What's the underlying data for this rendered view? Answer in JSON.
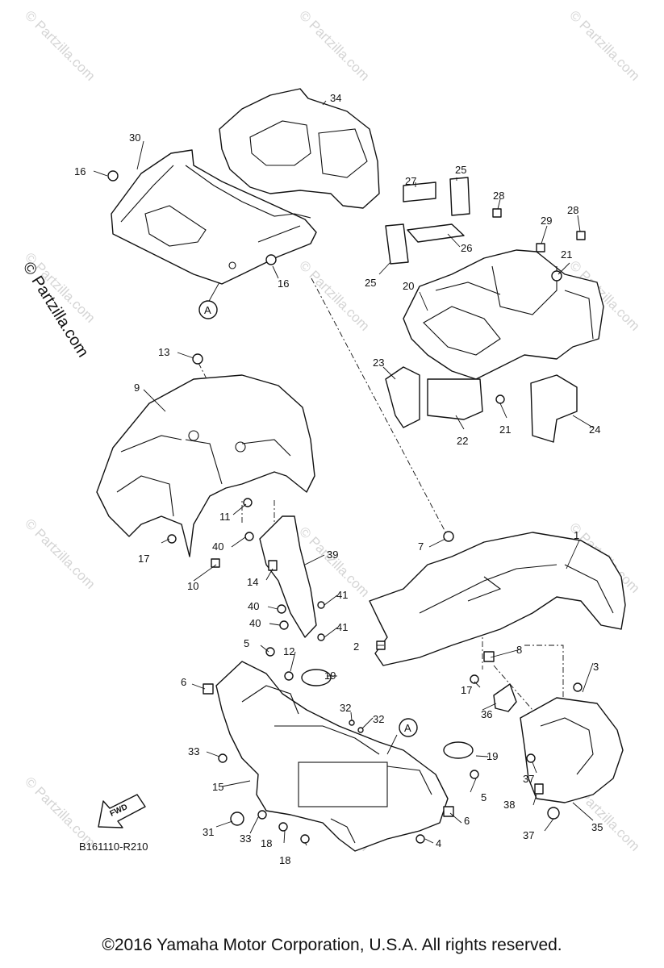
{
  "watermark": "© Partzilla.com",
  "side_watermark": "© Partzilla.com",
  "diagram_code": "B161110-R210",
  "fwd_label": "FWD",
  "copyright": "©2016  Yamaha Motor Corporation, U.S.A. All rights reserved.",
  "callout": "A",
  "labels": {
    "p1": "1",
    "p2": "2",
    "p3": "3",
    "p4": "4",
    "p5a": "5",
    "p5b": "5",
    "p6a": "6",
    "p6b": "6",
    "p7": "7",
    "p8": "8",
    "p9": "9",
    "p10": "10",
    "p11": "11",
    "p12": "12",
    "p13": "13",
    "p14": "14",
    "p15": "15",
    "p16a": "16",
    "p16b": "16",
    "p17a": "17",
    "p17b": "17",
    "p18a": "18",
    "p18b": "18",
    "p19a": "19",
    "p19b": "19",
    "p20": "20",
    "p21a": "21",
    "p21b": "21",
    "p22": "22",
    "p23": "23",
    "p24": "24",
    "p25a": "25",
    "p25b": "25",
    "p26": "26",
    "p27": "27",
    "p28a": "28",
    "p28b": "28",
    "p29": "29",
    "p30": "30",
    "p31": "31",
    "p32a": "32",
    "p32b": "32",
    "p33a": "33",
    "p33b": "33",
    "p34": "34",
    "p35": "35",
    "p36": "36",
    "p37a": "37",
    "p37b": "37",
    "p38": "38",
    "p39": "39",
    "p40a": "40",
    "p40b": "40",
    "p40c": "40",
    "p41a": "41",
    "p41b": "41"
  }
}
